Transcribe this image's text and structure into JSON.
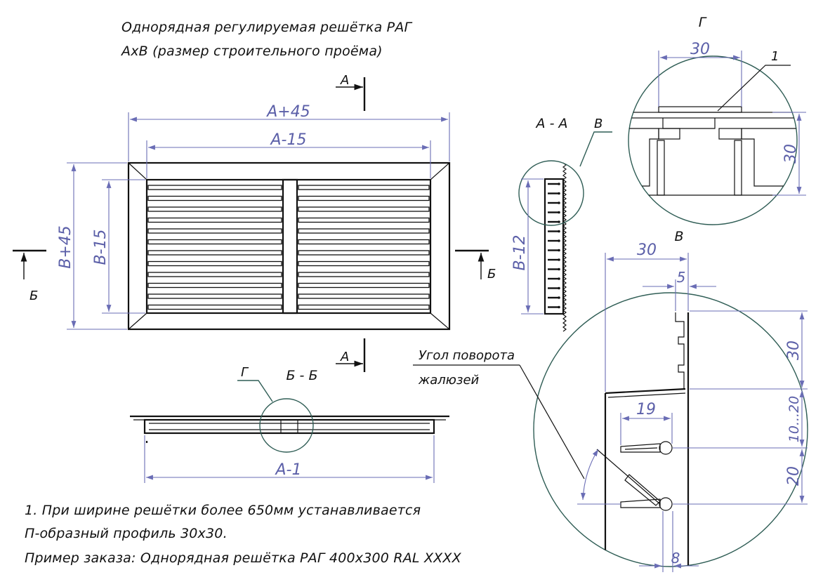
{
  "header": {
    "title_line1": "Однорядная регулируемая решётка РАГ",
    "title_line2": "АхВ (размер строительного проёма)"
  },
  "front_view": {
    "dim_outer_width": "А+45",
    "dim_inner_width": "А-15",
    "dim_outer_height": "В+45",
    "dim_inner_height": "В-15",
    "section_a_marker": "А",
    "section_b_marker": "Б"
  },
  "bottom_view": {
    "title": "Б - Б",
    "callout_g": "Г",
    "dim_width": "А-1"
  },
  "section_aa": {
    "title": "А - А",
    "callout_v": "В",
    "dim_height": "В-12"
  },
  "detail_g": {
    "title": "Г",
    "dim_width": "30",
    "dim_height": "30",
    "leader_label": "1"
  },
  "detail_v": {
    "title": "В",
    "dim_30_top": "30",
    "dim_5": "5",
    "dim_30_right": "30",
    "dim_19": "19",
    "dim_10_20": "10...20",
    "dim_20": "20",
    "dim_8": "8",
    "angle_label_line1": "Угол поворота",
    "angle_label_line2": "жалюзей"
  },
  "notes": {
    "line1": "1. При ширине решётки более 650мм устанавливается",
    "line2": "П-образный профиль 30х30.",
    "line3": "Пример заказа: Однорядная решётка РАГ 400х300 RAL XXXX"
  },
  "colors": {
    "line": "#111111",
    "dimension": "#5b5fa8",
    "detail_circle": "#2f5d55"
  }
}
